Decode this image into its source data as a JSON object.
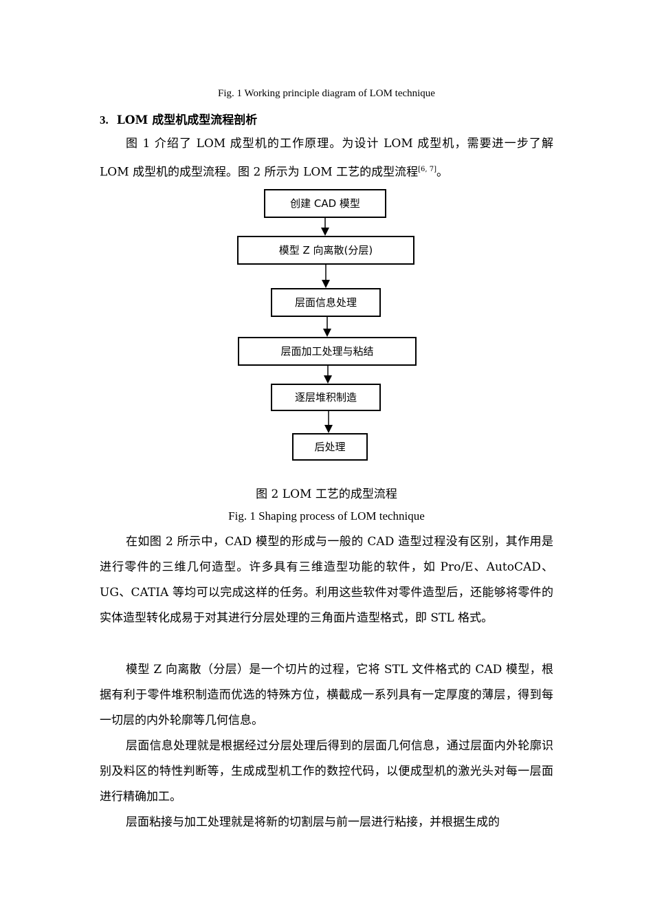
{
  "fig1_caption_en": "Fig. 1  Working principle diagram of LOM technique",
  "section": {
    "number": "3.",
    "title": "LOM 成型机成型流程剖析"
  },
  "intro_paragraph": {
    "text": "图 1 介绍了  LOM 成型机的工作原理。为设计  LOM 成型机，需要进一步了解  LOM 成型机的成型流程。图 2 所示为  LOM 工艺的成型流程",
    "citation": "[6, 7]",
    "tail": "。"
  },
  "flowchart": {
    "steps": [
      "创建 CAD 模型",
      "模型 Z 向离散(分层)",
      "层面信息处理",
      "层面加工处理与粘结",
      "逐层堆积制造",
      "后处理"
    ]
  },
  "fig2_caption_cn": "图 2  LOM 工艺的成型流程",
  "fig2_caption_en": "Fig. 1  Shaping process of LOM technique",
  "paragraphs": [
    "在如图 2 所示中，CAD 模型的形成与一般的 CAD 造型过程没有区别，其作用是进行零件的三维几何造型。许多具有三维造型功能的软件，如 Pro/E、AutoCAD、UG、CATIA 等均可以完成这样的任务。利用这些软件对零件造型后，还能够将零件的实体造型转化成易于对其进行分层处理的三角面片造型格式，即 STL 格式。",
    "模型  Z 向离散（分层）是一个切片的过程，它将  STL 文件格式的  CAD 模型，根据有利于零件堆积制造而优选的特殊方位，横截成一系列具有一定厚度的薄层，得到每一切层的内外轮廓等几何信息。",
    "层面信息处理就是根据经过分层处理后得到的层面几何信息，通过层面内外轮廓识别及料区的特性判断等，生成成型机工作的数控代码，以便成型机的激光头对每一层面进行精确加工。",
    "层面粘接与加工处理就是将新的切割层与前一层进行粘接，并根据生成的"
  ]
}
